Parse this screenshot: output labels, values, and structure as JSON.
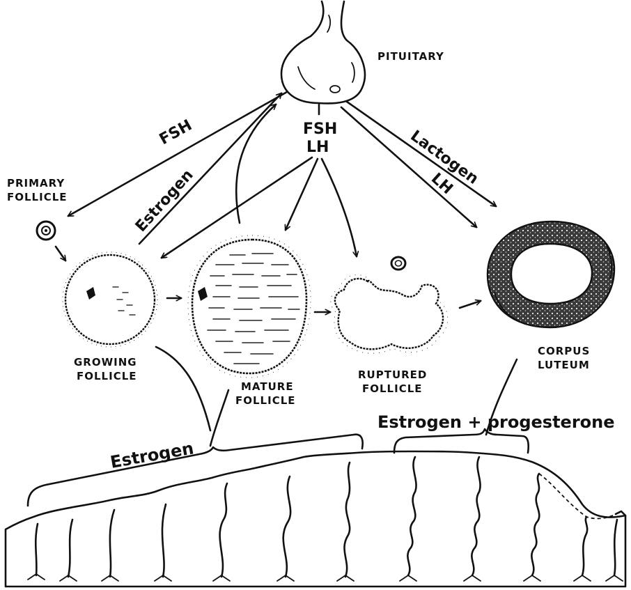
{
  "labels": {
    "pituitary": "PITUITARY",
    "primary_follicle_1": "PRIMARY",
    "primary_follicle_2": "FOLLICLE",
    "growing_follicle_1": "GROWING",
    "growing_follicle_2": "FOLLICLE",
    "mature_follicle_1": "MATURE",
    "mature_follicle_2": "FOLLICLE",
    "ruptured_follicle_1": "RUPTURED",
    "ruptured_follicle_2": "FOLLICLE",
    "corpus_luteum_1": "CORPUS",
    "corpus_luteum_2": "LUTEUM"
  },
  "hormones": {
    "fsh_left": "FSH",
    "estrogen_up": "Estrogen",
    "fsh_center": "FSH",
    "lh_center": "LH",
    "lactogen": "Lactogen",
    "lh_right": "LH",
    "estrogen_lower": "Estrogen",
    "estrogen_progesterone": "Estrogen + progesterone"
  },
  "colors": {
    "ink": "#111111",
    "paper": "#ffffff",
    "stipple": "#222222"
  }
}
